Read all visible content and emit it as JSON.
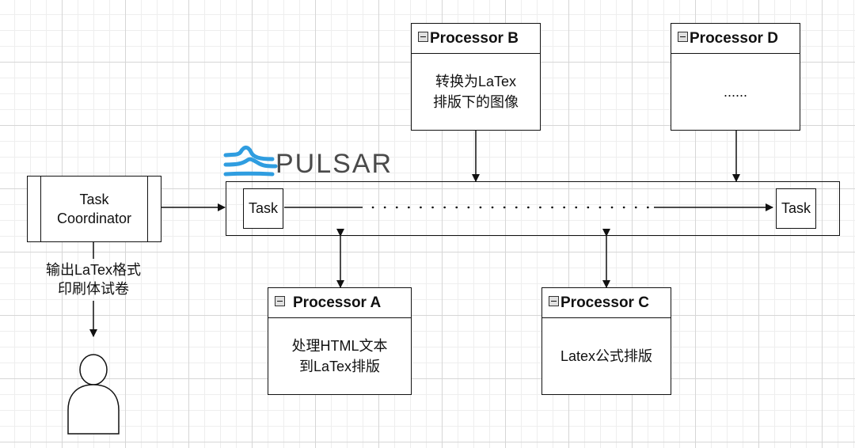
{
  "brand": {
    "name": "PULSAR",
    "color": "#2f9de0",
    "text_color": "#4a4a4a"
  },
  "coordinator": {
    "line1": "Task",
    "line2": "Coordinator"
  },
  "output_note": {
    "line1": "输出LaTex格式",
    "line2": "印刷体试卷"
  },
  "pipeline": {
    "task_left": "Task",
    "task_right": "Task"
  },
  "processors": {
    "a": {
      "title": "Processor A",
      "line1": "处理HTML文本",
      "line2": "到LaTex排版"
    },
    "b": {
      "title": "Processor B",
      "line1": "转换为LaTex",
      "line2": "排版下的图像"
    },
    "c": {
      "title": "Processor C",
      "line1": "Latex公式排版"
    },
    "d": {
      "title": "Processor D",
      "line1": "......"
    }
  }
}
